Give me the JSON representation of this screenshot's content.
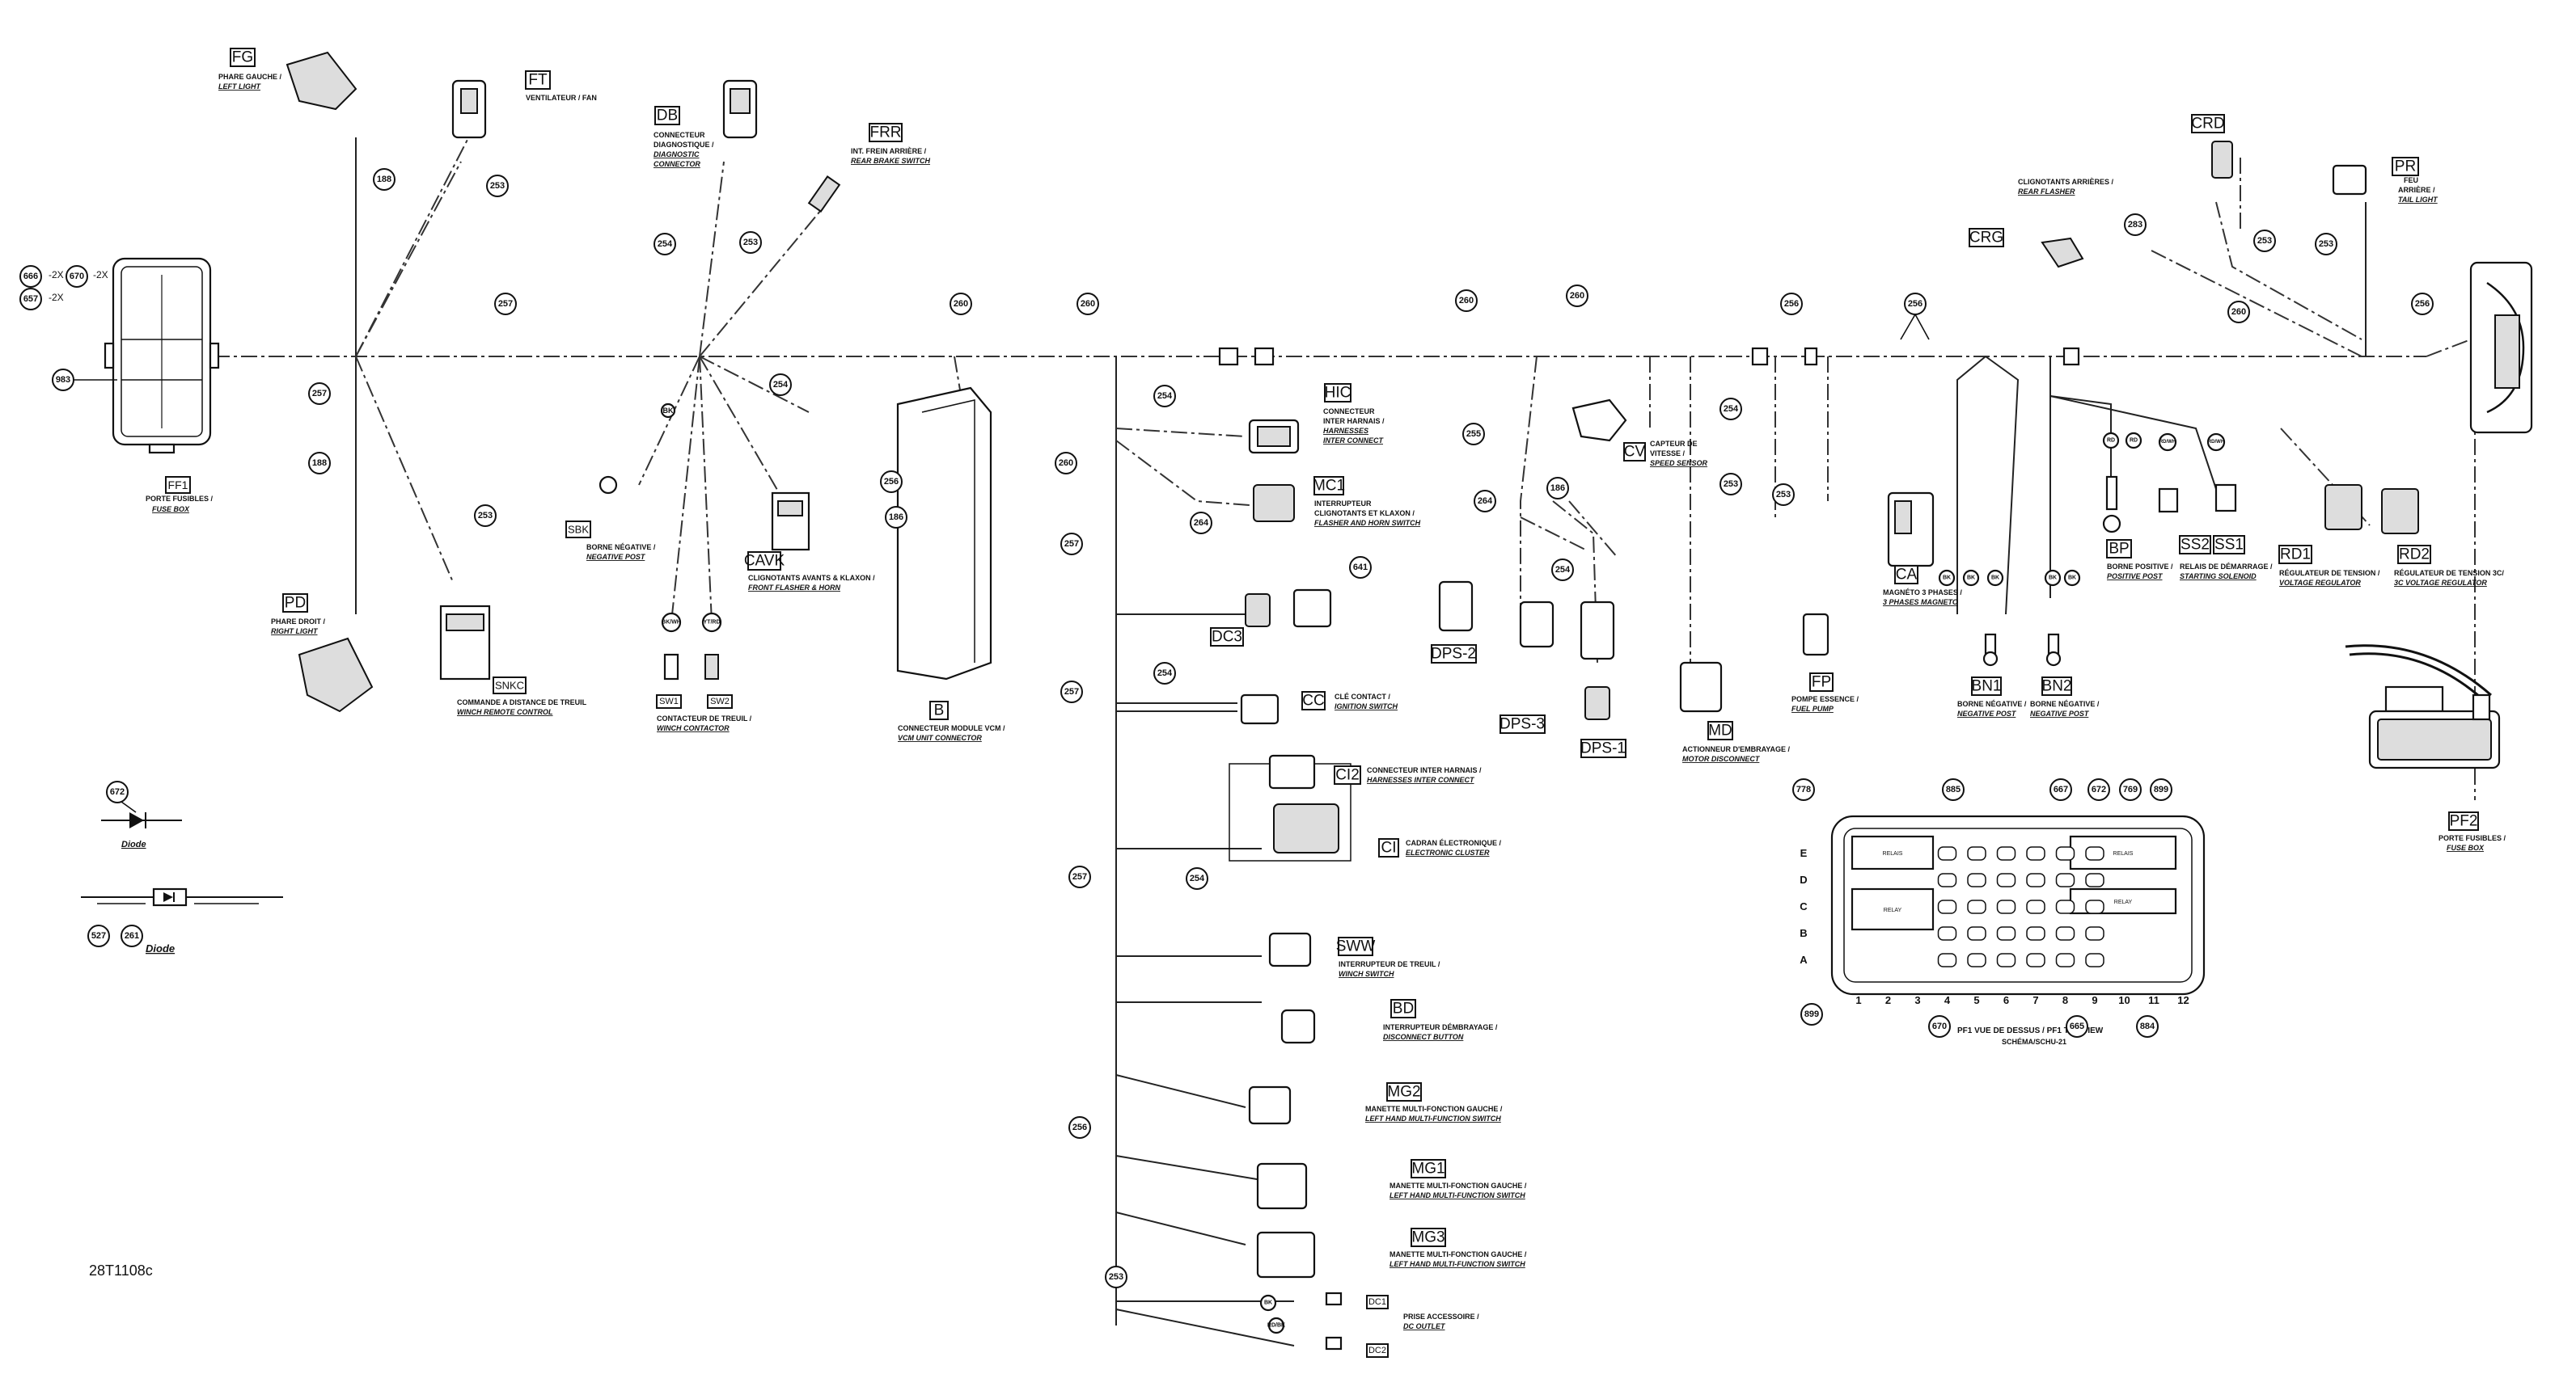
{
  "drawing_id": "28T1108c",
  "component_codes": {
    "fg": "FG",
    "ft": "FT",
    "db": "DB",
    "frr": "FRR",
    "crd": "CRD",
    "pr": "PR",
    "crg": "CRG",
    "ff1": "FF1",
    "pd": "PD",
    "snkc": "SNKC",
    "sbk": "SBK",
    "cavk": "CAVK",
    "b": "B",
    "hic": "HIC",
    "mc1": "MC1",
    "dc3": "DC3",
    "cc": "CC",
    "ci2": "CI2",
    "ci": "CI",
    "sww": "SWW",
    "bd": "BD",
    "mg2": "MG2",
    "mg1": "MG1",
    "mg3": "MG3",
    "dps2": "DPS-2",
    "dps3": "DPS-3",
    "dps1": "DPS-1",
    "cv": "CV",
    "md": "MD",
    "fp": "FP",
    "ca": "CA",
    "bn1": "BN1",
    "bn2": "BN2",
    "bp": "BP",
    "ss2": "SS2",
    "ss1": "SS1",
    "rd1": "RD1",
    "rd2": "RD2",
    "pf2": "PF2",
    "sw1": "SW1",
    "sw2": "SW2",
    "dc1": "DC1",
    "dc2": "DC2"
  },
  "labels": {
    "fg": [
      "PHARE GAUCHE /",
      "LEFT LIGHT"
    ],
    "ft": [
      "VENTILATEUR / FAN"
    ],
    "db": [
      "CONNECTEUR",
      "DIAGNOSTIQUE /",
      "DIAGNOSTIC",
      "CONNECTOR"
    ],
    "frr": [
      "INT. FREIN ARRIÈRE /",
      "REAR BRAKE SWITCH"
    ],
    "crd": [],
    "pr": [
      "FEU",
      "ARRIÈRE /",
      "TAIL LIGHT"
    ],
    "clignotants_arr": [
      "CLIGNOTANTS ARRIÈRES /",
      "REAR FLASHER"
    ],
    "ff1": [
      "PORTE FUSIBLES /",
      "FUSE BOX"
    ],
    "pd": [
      "PHARE DROIT /",
      "RIGHT LIGHT"
    ],
    "snkc": [
      "COMMANDE A DISTANCE DE TREUIL",
      "WINCH REMOTE CONTROL"
    ],
    "sbk": [
      "BORNE NÉGATIVE /",
      "NEGATIVE POST"
    ],
    "cavk": [
      "CLIGNOTANTS AVANTS & KLAXON /",
      "FRONT FLASHER & HORN"
    ],
    "contacteur": [
      "CONTACTEUR DE TREUIL /",
      "WINCH CONTACTOR"
    ],
    "b": [
      "CONNECTEUR MODULE VCM /",
      "VCM UNIT CONNECTOR"
    ],
    "hic": [
      "CONNECTEUR",
      "INTER HARNAIS /",
      "HARNESSES",
      "INTER CONNECT"
    ],
    "mc1": [
      "INTERRUPTEUR",
      "CLIGNOTANTS ET KLAXON /",
      "FLASHER AND HORN SWITCH"
    ],
    "cc": [
      "CLÉ CONTACT /",
      "IGNITION SWITCH"
    ],
    "ci2": [
      "CONNECTEUR INTER HARNAIS /",
      "HARNESSES INTER CONNECT"
    ],
    "ci": [
      "CADRAN ÉLECTRONIQUE /",
      "ELECTRONIC CLUSTER"
    ],
    "sww": [
      "INTERRUPTEUR DE TREUIL /",
      "WINCH SWITCH"
    ],
    "bd": [
      "INTERRUPTEUR DÉMBRAYAGE /",
      "DISCONNECT BUTTON"
    ],
    "mg2": [
      "MANETTE MULTI-FONCTION GAUCHE /",
      "LEFT HAND MULTI-FUNCTION SWITCH"
    ],
    "mg1": [
      "MANETTE MULTI-FONCTION GAUCHE /",
      "LEFT HAND MULTI-FUNCTION SWITCH"
    ],
    "mg3": [
      "MANETTE MULTI-FONCTION GAUCHE /",
      "LEFT HAND MULTI-FUNCTION SWITCH"
    ],
    "dc": [
      "PRISE ACCESSOIRE /",
      "DC OUTLET"
    ],
    "cv": [
      "CAPTEUR DE",
      "VITESSE /",
      "SPEED SENSOR"
    ],
    "md": [
      "ACTIONNEUR D'EMBRAYAGE /",
      "MOTOR DISCONNECT"
    ],
    "fp": [
      "POMPE ESSENCE /",
      "FUEL PUMP"
    ],
    "ca": [
      "MAGNÉTO 3 PHASES /",
      "3 PHASES MAGNETO"
    ],
    "bn1": [
      "BORNE NÉGATIVE /",
      "NEGATIVE POST"
    ],
    "bn2": [
      "BORNE NÉGATIVE /",
      "NEGATIVE POST"
    ],
    "bp": [
      "BORNE POSITIVE /",
      "POSITIVE POST"
    ],
    "ss": [
      "RELAIS DE DÉMARRAGE /",
      "STARTING SOLENOID"
    ],
    "rd1": [
      "RÉGULATEUR DE TENSION /",
      "VOLTAGE REGULATOR"
    ],
    "rd2": [
      "RÉGULATEUR DE TENSION 3C/",
      "3C VOLTAGE REGULATOR"
    ],
    "pf2": [
      "PORTE FUSIBLES /",
      "FUSE BOX"
    ],
    "pf1_view": [
      "PF1 VUE DE DESSUS / PF1 TOP VIEW",
      "SCHÉMA/SCHU-21"
    ],
    "diode1": "Diode",
    "diode2": "Diode"
  },
  "wire_refs": {
    "w657": "657",
    "w666": "666",
    "w670": "670",
    "x2a": "-2X",
    "x2b": "-2X",
    "x2c": "-2X",
    "w983": "983",
    "w188a": "188",
    "w188b": "188",
    "w253a": "253",
    "w253b": "253",
    "w257a": "257",
    "w257b": "257",
    "w254a": "254",
    "w253c": "253",
    "w254b": "254",
    "w260a": "260",
    "w260b": "260",
    "w256a": "256",
    "w186": "186",
    "w260c": "260",
    "w254c": "254",
    "w264": "264",
    "w257c": "257",
    "w641": "641",
    "w257d": "257",
    "w254d": "254",
    "w257e": "257",
    "w254e": "254",
    "w255": "255",
    "w264b": "264",
    "w186b": "186",
    "w254f": "254",
    "w260d": "260",
    "w260e": "260",
    "w254g": "254",
    "w253d": "253",
    "w253e": "253",
    "w256b": "256",
    "w256c": "256",
    "w253f": "253",
    "w260f": "260",
    "w256d": "256",
    "w283": "283",
    "w253g": "253",
    "w253h": "253",
    "w256e": "256",
    "w253i": "253",
    "w672": "672",
    "w527": "527",
    "w261": "261",
    "w778": "778",
    "w885": "885",
    "w667": "667",
    "w672b": "672",
    "w769": "769",
    "w899": "899",
    "w899b": "899",
    "w670b": "670",
    "w665": "665",
    "w884": "884"
  },
  "wire_colors": {
    "bk1": "BK",
    "bk2": "BK",
    "bk3": "BK",
    "bk4": "BK",
    "bk5": "BK",
    "bk6": "BK",
    "rd": "RD",
    "rd2": "RD",
    "bkwh": "BK/WH",
    "ytrd": "YT/RD",
    "rdwh1": "RD/WH",
    "rdwh2": "RD/WH",
    "bkyl": "BK",
    "dc_bk": "BK",
    "dc_rd": "RD/BK"
  },
  "pf1_grid": {
    "rows": [
      "E",
      "D",
      "C",
      "B",
      "A"
    ],
    "cols": [
      "1",
      "2",
      "3",
      "4",
      "5",
      "6",
      "7",
      "8",
      "9",
      "10",
      "11",
      "12"
    ],
    "relay_labels": [
      "RELAIS",
      "RELAY",
      "RELAIS",
      "RELAY"
    ]
  },
  "colors": {
    "line": "#222222",
    "background": "#ffffff"
  }
}
